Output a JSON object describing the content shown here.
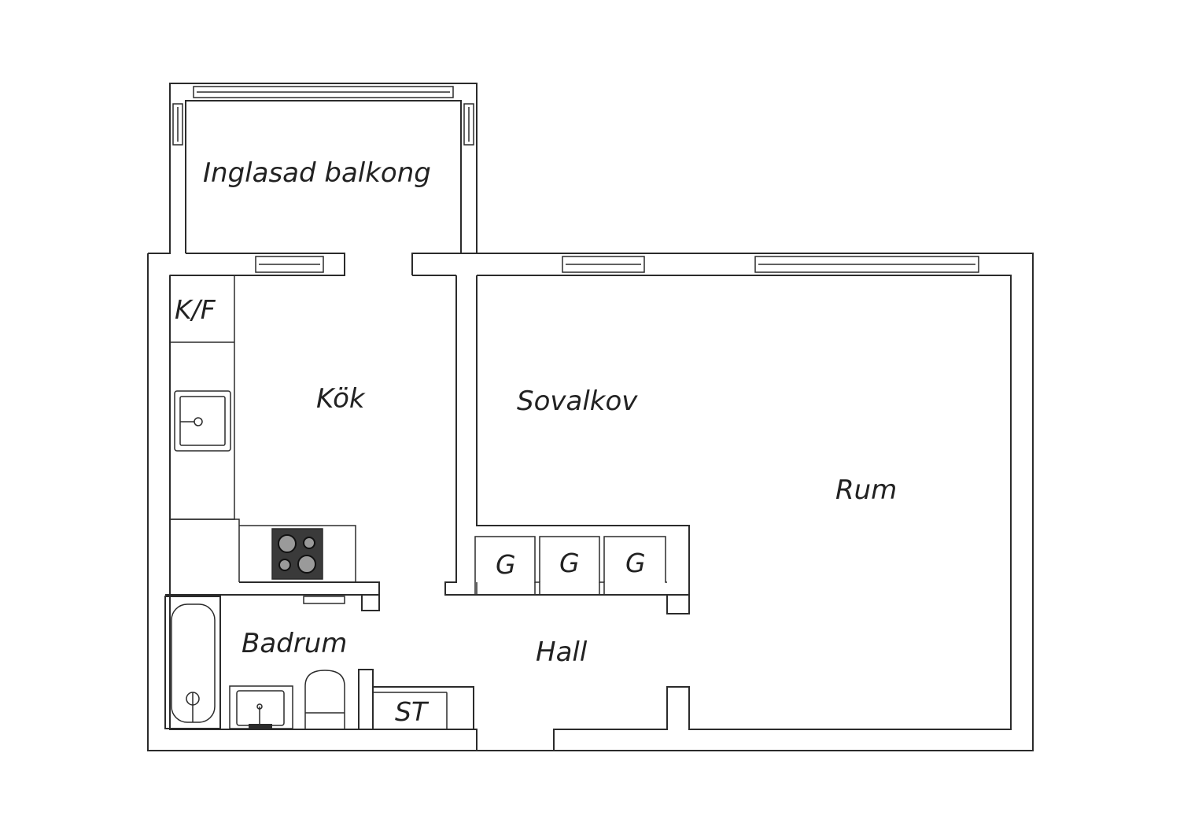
{
  "rooms": {
    "balcony": "Inglasad balkong",
    "kitchen": "Kök",
    "fridge_freezer": "K/F",
    "bedroom": "Sovalkov",
    "living_room": "Rum",
    "bathroom": "Badrum",
    "hall": "Hall",
    "storage": "ST",
    "wardrobe": "G"
  },
  "colors": {
    "line": "#2b2b2b",
    "stove": "#3a3a3a",
    "background": "#ffffff"
  }
}
